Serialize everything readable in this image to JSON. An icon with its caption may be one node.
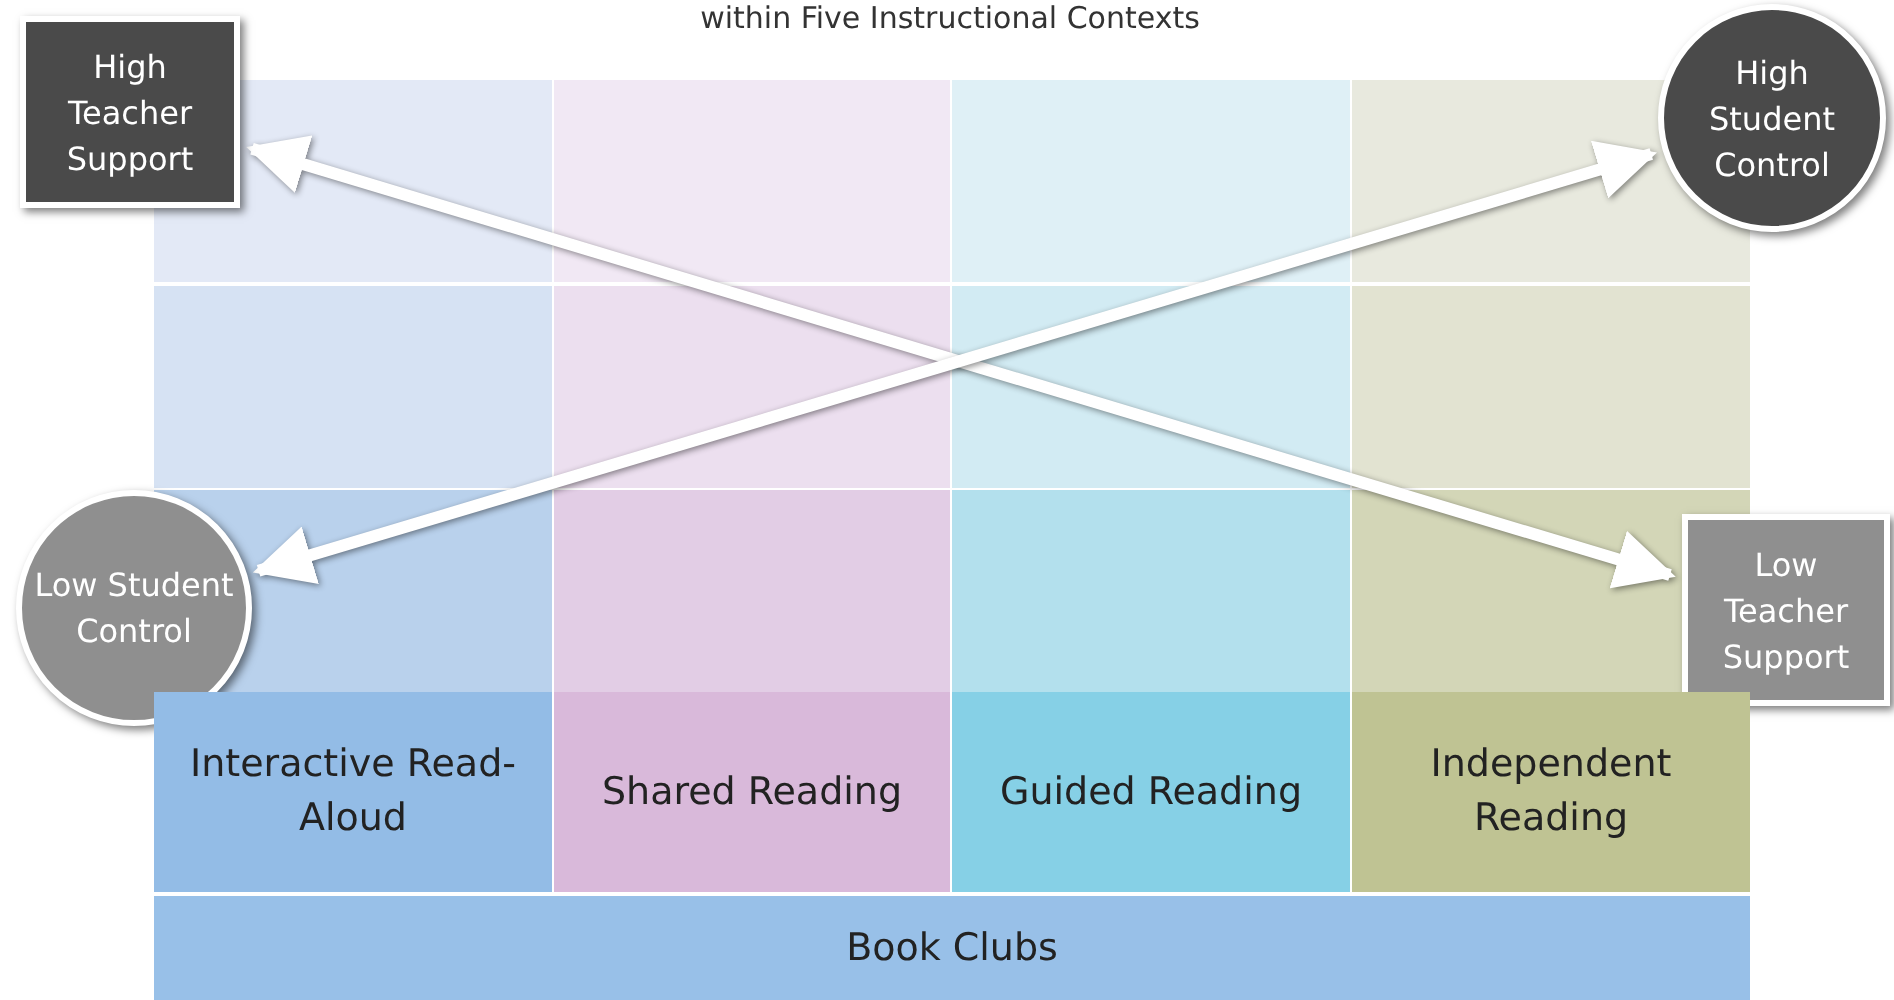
{
  "diagram": {
    "title": "within Five Instructional Contexts",
    "nodes": [
      {
        "text": [
          "High Teacher Support"
        ]
      },
      {
        "text": [
          "High Student Control"
        ]
      },
      {
        "text": [
          "Low Student Control"
        ]
      },
      {
        "text": [
          "Low Teacher Support"
        ]
      },
      {
        "text": [
          "Interactive Read-Aloud"
        ]
      },
      {
        "text": [
          "Shared Reading"
        ]
      },
      {
        "text": [
          "Guided Reading"
        ]
      },
      {
        "text": [
          "Independent Reading"
        ]
      },
      {
        "text": [
          "Book Clubs"
        ]
      }
    ],
    "edges": [
      {
        "from": 0,
        "to": 3,
        "arrow": "both"
      },
      {
        "from": 2,
        "to": 1,
        "arrow": "both"
      }
    ]
  }
}
